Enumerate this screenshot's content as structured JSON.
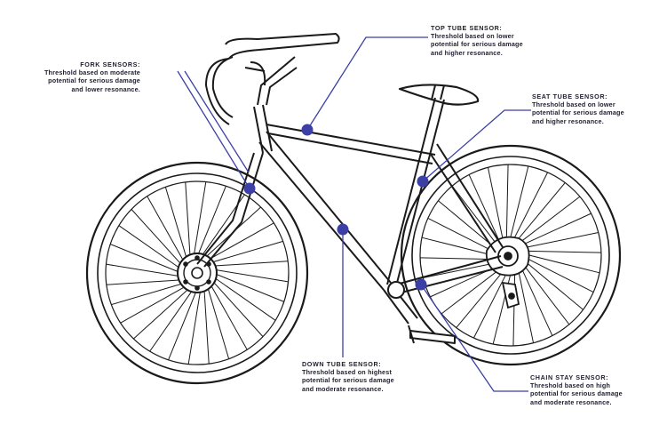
{
  "colors": {
    "frame": "#1a1a1a",
    "sensor": "#3b3fa6",
    "callout": "#3b3fa6",
    "text": "#1e1e2e"
  },
  "sensors": {
    "fork": {
      "title": "FORK SENSORS:",
      "lines": [
        "Threshold based on moderate",
        "potential for serious damage",
        "and lower resonance."
      ]
    },
    "top_tube": {
      "title": "TOP TUBE SENSOR:",
      "lines": [
        "Threshold based on lower",
        "potential for serious damage",
        "and higher resonance."
      ]
    },
    "seat_tube": {
      "title": "SEAT TUBE SENSOR:",
      "lines": [
        "Threshold based on lower",
        "potential for serious damage",
        "and higher resonance."
      ]
    },
    "down_tube": {
      "title": "DOWN TUBE SENSOR:",
      "lines": [
        "Threshold based on highest",
        "potential for serious damage",
        "and moderate resonance."
      ]
    },
    "chain_stay": {
      "title": "CHAIN STAY SENSOR:",
      "lines": [
        "Threshold based on high",
        "potential for serious damage",
        "and moderate resonance."
      ]
    }
  }
}
